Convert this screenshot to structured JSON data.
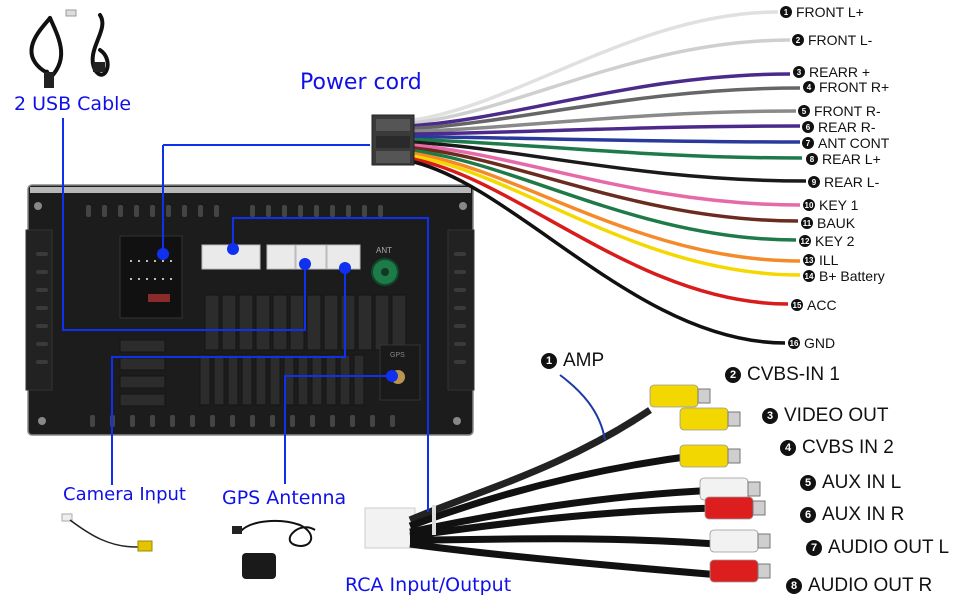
{
  "labels": {
    "usb": "2 USB Cable",
    "power": "Power cord",
    "camera": "Camera Input",
    "gps": "GPS Antenna",
    "rca": "RCA Input/Output"
  },
  "unit": {
    "ant_label": "ANT",
    "gps_label": "GPS"
  },
  "power_pins": [
    {
      "n": "1",
      "label": "FRONT L+",
      "color": "#e0e0e0"
    },
    {
      "n": "2",
      "label": "FRONT L-",
      "color": "#cfcfcf"
    },
    {
      "n": "3",
      "label": "REARR +",
      "color": "#4b2a8c"
    },
    {
      "n": "4",
      "label": "FRONT R+",
      "color": "#666666"
    },
    {
      "n": "5",
      "label": "FRONT R-",
      "color": "#8a8a8a"
    },
    {
      "n": "6",
      "label": "REAR R-",
      "color": "#4b2a8c"
    },
    {
      "n": "7",
      "label": "ANT CONT",
      "color": "#2a3a9c"
    },
    {
      "n": "8",
      "label": "REAR L+",
      "color": "#1f7a4a"
    },
    {
      "n": "9",
      "label": "REAR L-",
      "color": "#1a1a1a"
    },
    {
      "n": "10",
      "label": "KEY 1",
      "color": "#e66aa8"
    },
    {
      "n": "11",
      "label": "BAUK",
      "color": "#6b2b1e"
    },
    {
      "n": "12",
      "label": "KEY 2",
      "color": "#1f7a4a"
    },
    {
      "n": "13",
      "label": "ILL",
      "color": "#f58a2a"
    },
    {
      "n": "14",
      "label": "B+ Battery",
      "color": "#f5d800"
    },
    {
      "n": "15",
      "label": "ACC",
      "color": "#d81b1b"
    },
    {
      "n": "16",
      "label": "GND",
      "color": "#111111"
    }
  ],
  "rca_ports": [
    {
      "n": "1",
      "label": "AMP"
    },
    {
      "n": "2",
      "label": "CVBS-IN 1",
      "plug": "#f2d800"
    },
    {
      "n": "3",
      "label": "VIDEO OUT",
      "plug": "#f2d800"
    },
    {
      "n": "4",
      "label": "CVBS IN 2",
      "plug": "#f2d800"
    },
    {
      "n": "5",
      "label": "AUX IN L",
      "plug": "#f2f2f2"
    },
    {
      "n": "6",
      "label": "AUX IN R",
      "plug": "#dd1e1e"
    },
    {
      "n": "7",
      "label": "AUDIO OUT L",
      "plug": "#f2f2f2"
    },
    {
      "n": "8",
      "label": "AUDIO OUT R",
      "plug": "#dd1e1e"
    }
  ],
  "colors": {
    "callout_blue": "#1030f0",
    "label_blue": "#1010e8"
  }
}
